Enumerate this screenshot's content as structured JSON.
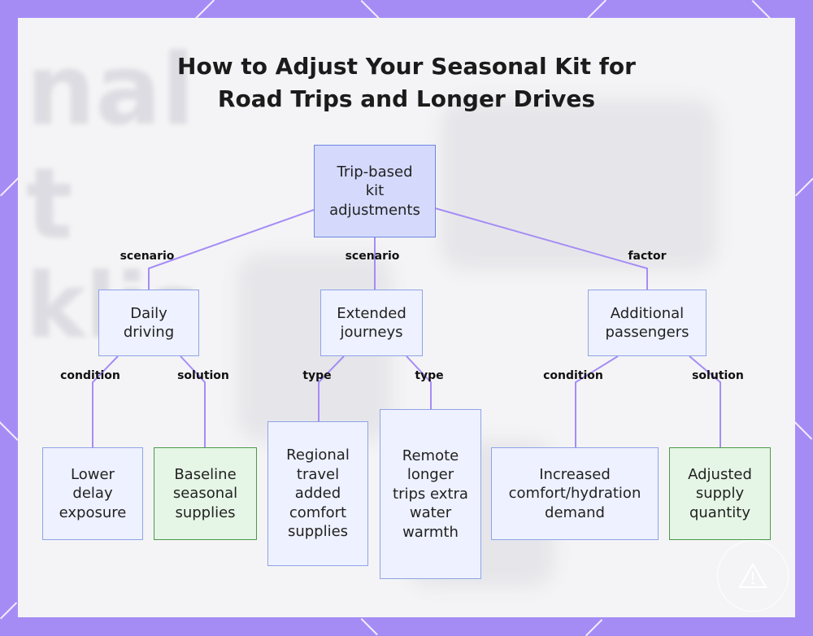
{
  "title": [
    "How to Adjust Your Seasonal Kit for",
    "Road Trips and Longer Drives"
  ],
  "colors": {
    "frame": "#a58cf5",
    "link": "#a58cf5",
    "node_fill": "#eef1ff",
    "node_border": "#8fa3e6",
    "root_fill": "#d5dafd",
    "green_fill": "#e6f6e6",
    "green_border": "#4a9a4a"
  },
  "nodes": {
    "root": "Trip-based\nkit\nadjustments",
    "daily": "Daily\ndriving",
    "extended": "Extended\njourneys",
    "passengers": "Additional\npassengers",
    "lower": "Lower\ndelay\nexposure",
    "baseline": "Baseline\nseasonal\nsupplies",
    "regional": "Regional\ntravel\nadded\ncomfort\nsupplies",
    "remote": "Remote\nlonger\ntrips extra\nwater\nwarmth",
    "increased": "Increased\ncomfort/hydration\ndemand",
    "adjusted": "Adjusted\nsupply\nquantity"
  },
  "edge_labels": {
    "root_daily": "scenario",
    "root_extended": "scenario",
    "root_passengers": "factor",
    "daily_lower": "condition",
    "daily_baseline": "solution",
    "extended_regional": "type",
    "extended_remote": "type",
    "passengers_increased": "condition",
    "passengers_adjusted": "solution"
  },
  "badge_icon": "warning-triangle-icon"
}
